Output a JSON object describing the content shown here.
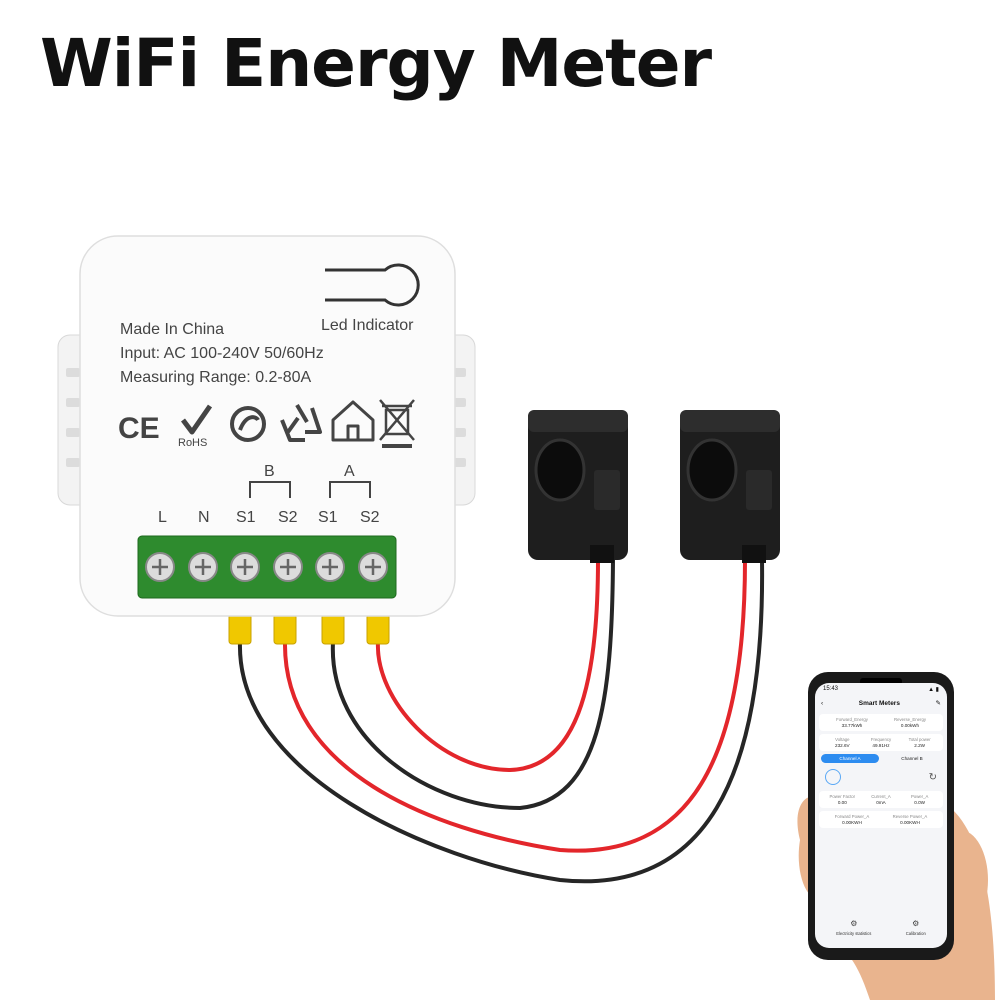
{
  "headline": "WiFi Energy Meter",
  "device": {
    "led_label": "Led Indicator",
    "lines": [
      "Made In China",
      "Input: AC 100-240V 50/60Hz",
      "Measuring Range: 0.2-80A"
    ],
    "cert_marks": {
      "ce": "CE",
      "rohs": "RoHS"
    },
    "terminal_labels": [
      "L",
      "N",
      "S1",
      "S2",
      "S1",
      "S2"
    ],
    "channel_labels": {
      "b": "B",
      "a": "A"
    },
    "terminal_color": "#2e8b2e",
    "wire_colors": {
      "red": "#e3262b",
      "black": "#262626",
      "ferrule": "#f0c800"
    }
  },
  "phone": {
    "status_time": "15:43",
    "status_right": "▲ ▮",
    "app_title": "Smart Meters",
    "back_icon": "chevron-left-icon",
    "edit_icon": "pencil-icon",
    "energy": [
      {
        "label": "Forward_Energy",
        "value": "33.77kWh"
      },
      {
        "label": "Reverse_Energy",
        "value": "0.00kWh"
      }
    ],
    "readings": [
      {
        "label": "Voltage",
        "value": "232.6V"
      },
      {
        "label": "Frequency",
        "value": "49.91Hz"
      },
      {
        "label": "Total power",
        "value": "2.2W"
      }
    ],
    "tabs": [
      "Channel A",
      "Channel B"
    ],
    "channel_metrics": [
      {
        "label": "Power Factor",
        "value": "0.00"
      },
      {
        "label": "Current_A",
        "value": "0mA"
      },
      {
        "label": "Power_A",
        "value": "0.0W"
      }
    ],
    "channel_energy": [
      {
        "label": "Forward Power_A",
        "value": "0.00KWH"
      },
      {
        "label": "Reverse Power_A",
        "value": "0.00KWH"
      }
    ],
    "bottom": [
      {
        "label": "Electricity statistics",
        "icon": "statistics-icon"
      },
      {
        "label": "Calibration",
        "icon": "gear-icon"
      }
    ],
    "accent_color": "#2d8cf0"
  }
}
